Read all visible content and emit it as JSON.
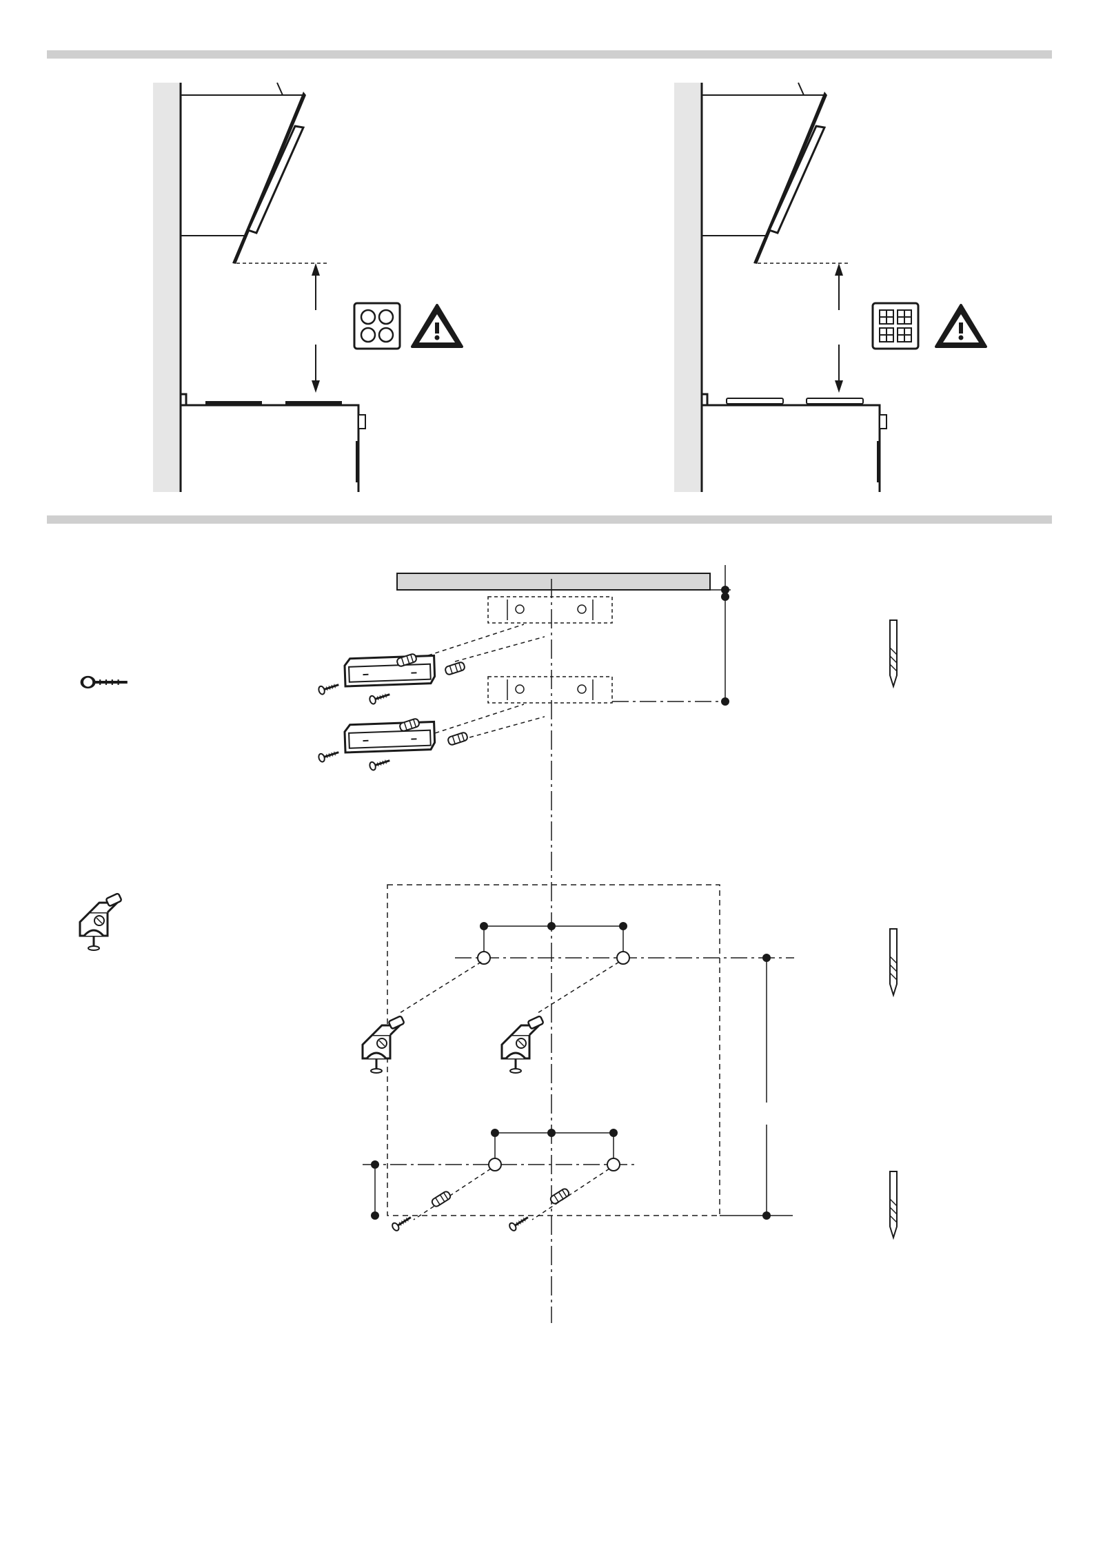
{
  "page": {
    "kind": "installation-diagram",
    "text": []
  },
  "sections": [
    {
      "name": "hood-clearance-views"
    },
    {
      "name": "wall-mounting-layout"
    }
  ],
  "colors": {
    "ink": "#1a1a1a",
    "divider": "#cfcfcf",
    "wall": "#e6e6e6",
    "plate": "#d7d7d7",
    "white": "#ffffff"
  },
  "icons": {
    "electric-hob": "electric-hob-icon",
    "gas-hob": "gas-hob-icon",
    "warning": "warning-triangle-icon",
    "screw": "screw-icon",
    "bracket": "safety-bracket-icon",
    "drill": "drill-bit-icon"
  }
}
